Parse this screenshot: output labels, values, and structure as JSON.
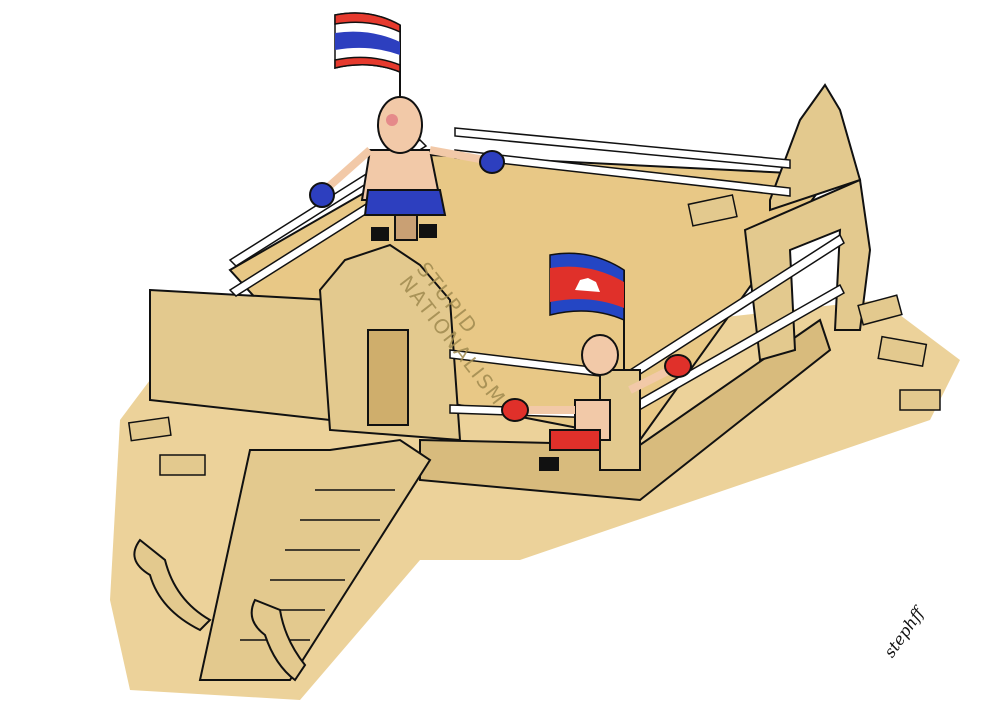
{
  "cartoon": {
    "caption_line1": "STUPID",
    "caption_line2": "NATIONALISM",
    "signature": "stephff",
    "left_corner": {
      "flag": "Thailand",
      "boxer_trunks": "blue",
      "gloves": "blue"
    },
    "right_corner": {
      "flag": "Cambodia",
      "boxer_trunks": "red",
      "gloves": "red"
    },
    "setting": "boxing ring on ancient temple ruins with naga staircase"
  },
  "colors": {
    "sand": "#e8c886",
    "stone": "#e3c98e",
    "stone_shadow": "#b79c62",
    "rope": "#ffffff",
    "outline": "#111111",
    "thai_red": "#e63a2e",
    "thai_blue": "#2d3fbf",
    "khmer_red": "#e0302a",
    "khmer_blue": "#2446c4",
    "skin": "#f2c9a8",
    "caption": "#a08a4f"
  }
}
